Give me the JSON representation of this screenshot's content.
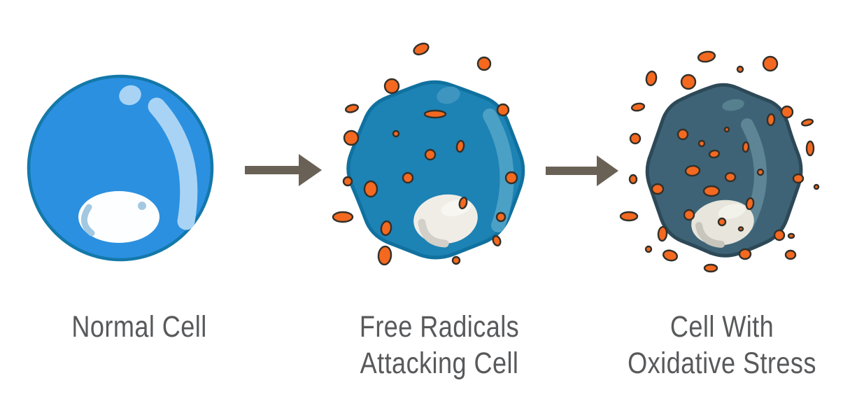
{
  "page": {
    "background": "#ffffff"
  },
  "colors": {
    "page-bg": "#ffffff",
    "label-text": "#58595b",
    "arrow": "#6a6156",
    "radical-fill": "#f4691f",
    "radical-stroke": "#33302a",
    "cell1-fill": "#2b90e0",
    "cell1-stroke": "#1478aa",
    "cell1-highlight": "#a9d3f4",
    "cell1-nucleus": "#fdfeff",
    "cell1-nucleus-shade": "#a3c8e2",
    "cell2-fill": "#1d82b4",
    "cell2-stroke": "#10719f",
    "cell2-highlight": "#4ba0c6",
    "cell2-top-highlight": "#3e96c0",
    "cell2-nucleus": "#efede6",
    "cell2-nucleus-shade": "#d2d0c8",
    "cell2-nucleus-hl": "#f7f6f1",
    "cell3-fill": "#3e6376",
    "cell3-stroke": "#2d4957",
    "cell3-highlight": "#5d8596",
    "cell3-top-highlight": "#57808f",
    "cell3-nucleus": "#e7e5dc",
    "cell3-nucleus-shade": "#c7c5bc",
    "cell3-nucleus-hl": "#f2f1ea"
  },
  "stages": [
    {
      "id": "normal-cell",
      "label_lines": [
        "Normal Cell"
      ],
      "free_radical_count": 0,
      "radicals": []
    },
    {
      "id": "free-radicals-attacking-cell",
      "label_lines": [
        "Free Radicals",
        "Attacking Cell"
      ],
      "free_radical_count": 21,
      "radicals": [
        [
          602,
          70,
          11,
          7,
          -25
        ],
        [
          692,
          91,
          9,
          9,
          0
        ],
        [
          560,
          123,
          10,
          10,
          0
        ],
        [
          503,
          155,
          9,
          5,
          -15
        ],
        [
          719,
          157,
          8,
          8,
          0
        ],
        [
          622,
          163,
          15,
          5,
          0
        ],
        [
          502,
          197,
          10,
          10,
          0
        ],
        [
          566,
          191,
          4,
          4,
          0
        ],
        [
          658,
          209,
          5,
          8,
          10
        ],
        [
          615,
          221,
          7,
          7,
          0
        ],
        [
          497,
          259,
          6,
          6,
          0
        ],
        [
          731,
          254,
          8,
          8,
          0
        ],
        [
          530,
          270,
          9,
          11,
          0
        ],
        [
          583,
          254,
          7,
          7,
          0
        ],
        [
          490,
          310,
          14,
          7,
          0
        ],
        [
          662,
          290,
          5,
          8,
          15
        ],
        [
          552,
          326,
          7,
          10,
          10
        ],
        [
          716,
          310,
          6,
          6,
          0
        ],
        [
          550,
          365,
          9,
          13,
          5
        ],
        [
          652,
          372,
          5,
          5,
          0
        ],
        [
          710,
          344,
          5,
          7,
          -20
        ]
      ]
    },
    {
      "id": "cell-with-oxidative-stress",
      "label_lines": [
        "Cell With",
        "Oxidative Stress"
      ],
      "free_radical_count": 37,
      "radicals": [
        [
          1010,
          81,
          12,
          7,
          -10
        ],
        [
          1058,
          99,
          4,
          4,
          0
        ],
        [
          1101,
          91,
          10,
          10,
          0
        ],
        [
          931,
          112,
          7,
          10,
          10
        ],
        [
          984,
          117,
          10,
          10,
          0
        ],
        [
          912,
          153,
          9,
          5,
          -10
        ],
        [
          1125,
          160,
          8,
          8,
          0
        ],
        [
          1154,
          175,
          8,
          4,
          -15
        ],
        [
          1102,
          171,
          5,
          8,
          5
        ],
        [
          908,
          198,
          7,
          7,
          0
        ],
        [
          976,
          192,
          7,
          7,
          0
        ],
        [
          1003,
          205,
          4,
          4,
          0
        ],
        [
          1039,
          185,
          3,
          3,
          0
        ],
        [
          1066,
          210,
          4,
          7,
          5
        ],
        [
          1021,
          220,
          7,
          5,
          -10
        ],
        [
          1158,
          212,
          5,
          10,
          0
        ],
        [
          940,
          270,
          8,
          7,
          0
        ],
        [
          905,
          256,
          5,
          6,
          0
        ],
        [
          990,
          244,
          10,
          7,
          -5
        ],
        [
          1044,
          253,
          7,
          6,
          0
        ],
        [
          1087,
          246,
          4,
          4,
          0
        ],
        [
          1141,
          255,
          7,
          6,
          0
        ],
        [
          1167,
          267,
          3,
          3,
          0
        ],
        [
          1017,
          273,
          11,
          7,
          0
        ],
        [
          985,
          307,
          7,
          7,
          0
        ],
        [
          1072,
          291,
          5,
          8,
          10
        ],
        [
          899,
          309,
          12,
          6,
          0
        ],
        [
          1114,
          336,
          7,
          7,
          0
        ],
        [
          1131,
          337,
          4,
          3,
          0
        ],
        [
          947,
          334,
          6,
          10,
          5
        ],
        [
          927,
          356,
          4,
          4,
          0
        ],
        [
          958,
          365,
          10,
          7,
          15
        ],
        [
          1065,
          363,
          8,
          7,
          0
        ],
        [
          1130,
          364,
          7,
          6,
          0
        ],
        [
          1016,
          383,
          9,
          5,
          0
        ],
        [
          1032,
          317,
          5,
          5,
          0
        ],
        [
          1059,
          327,
          3,
          2.5,
          0
        ]
      ]
    }
  ],
  "arrows": [
    {
      "id": "arrow-normal-to-attacked"
    },
    {
      "id": "arrow-attacked-to-stressed"
    }
  ]
}
